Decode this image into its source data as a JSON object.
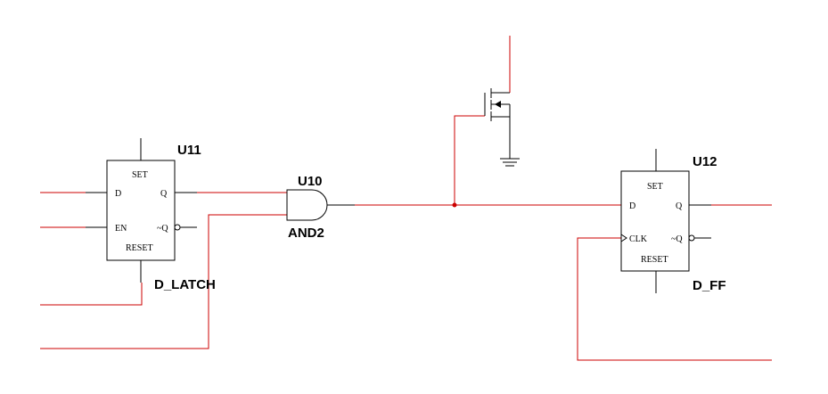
{
  "colors": {
    "wire": "#cc0000",
    "component": "#000000",
    "background": "#ffffff"
  },
  "components": {
    "u11": {
      "ref": "U11",
      "type": "D_LATCH",
      "pins": {
        "set": "SET",
        "d": "D",
        "q": "Q",
        "en": "EN",
        "nq": "~Q",
        "reset": "RESET"
      }
    },
    "u10": {
      "ref": "U10",
      "type": "AND2"
    },
    "u12": {
      "ref": "U12",
      "type": "D_FF",
      "pins": {
        "set": "SET",
        "d": "D",
        "q": "Q",
        "clk": "CLK",
        "nq": "~Q",
        "reset": "RESET"
      }
    },
    "mosfet": {
      "type": "nmos-transistor"
    },
    "ground": {
      "type": "ground-symbol"
    }
  }
}
